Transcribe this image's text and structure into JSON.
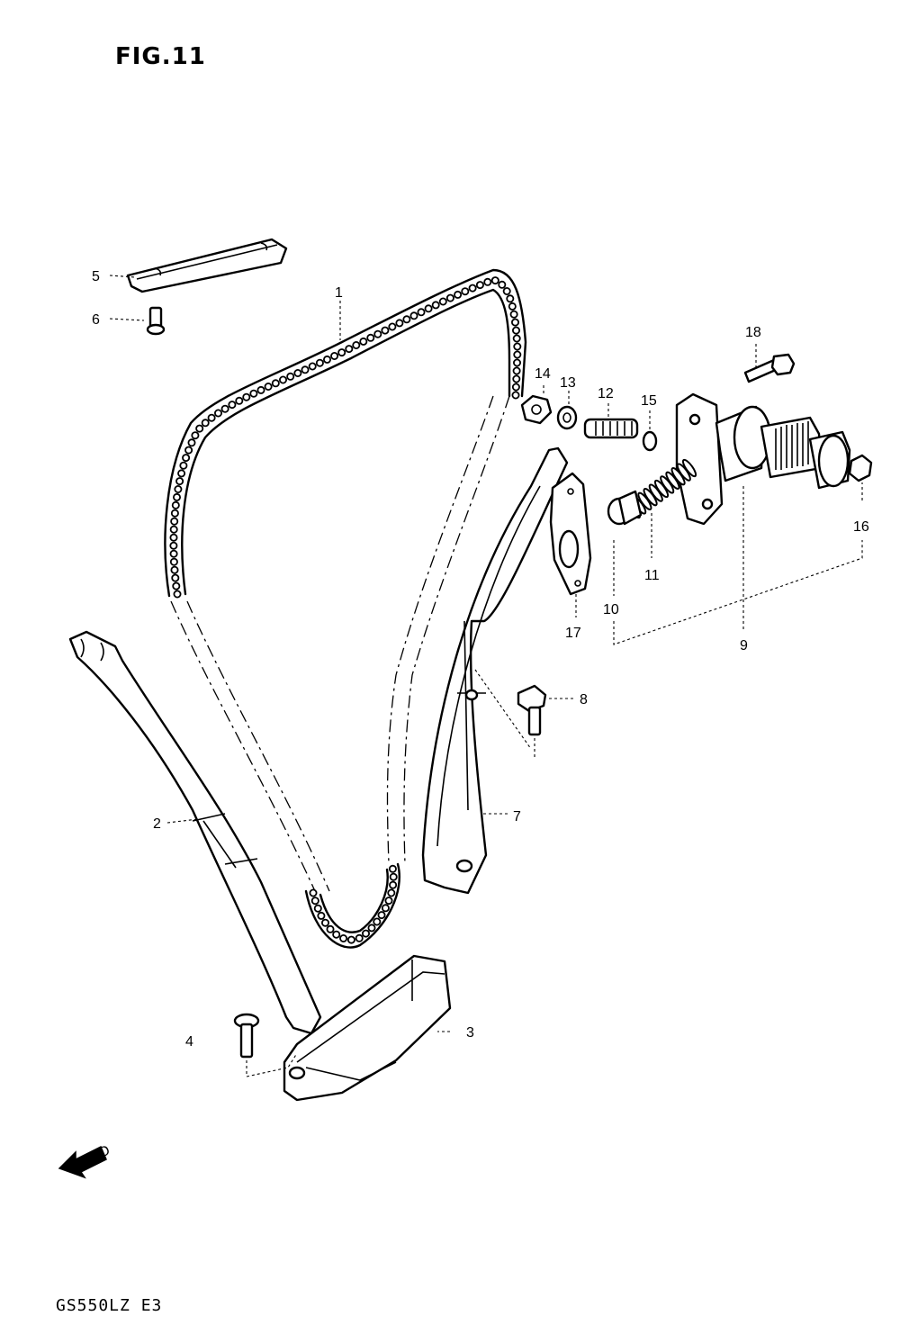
{
  "figure": {
    "title": "FIG.11",
    "model_code": "GS550LZ E3",
    "fwd_label": "FWD"
  },
  "callouts": [
    {
      "id": "1",
      "text": "1"
    },
    {
      "id": "2",
      "text": "2"
    },
    {
      "id": "3",
      "text": "3"
    },
    {
      "id": "4",
      "text": "4"
    },
    {
      "id": "5",
      "text": "5"
    },
    {
      "id": "6",
      "text": "6"
    },
    {
      "id": "7",
      "text": "7"
    },
    {
      "id": "8",
      "text": "8"
    },
    {
      "id": "9",
      "text": "9"
    },
    {
      "id": "10",
      "text": "10"
    },
    {
      "id": "11",
      "text": "11"
    },
    {
      "id": "12",
      "text": "12"
    },
    {
      "id": "13",
      "text": "13"
    },
    {
      "id": "14",
      "text": "14"
    },
    {
      "id": "15",
      "text": "15"
    },
    {
      "id": "16",
      "text": "16"
    },
    {
      "id": "17",
      "text": "17"
    },
    {
      "id": "18",
      "text": "18"
    }
  ]
}
